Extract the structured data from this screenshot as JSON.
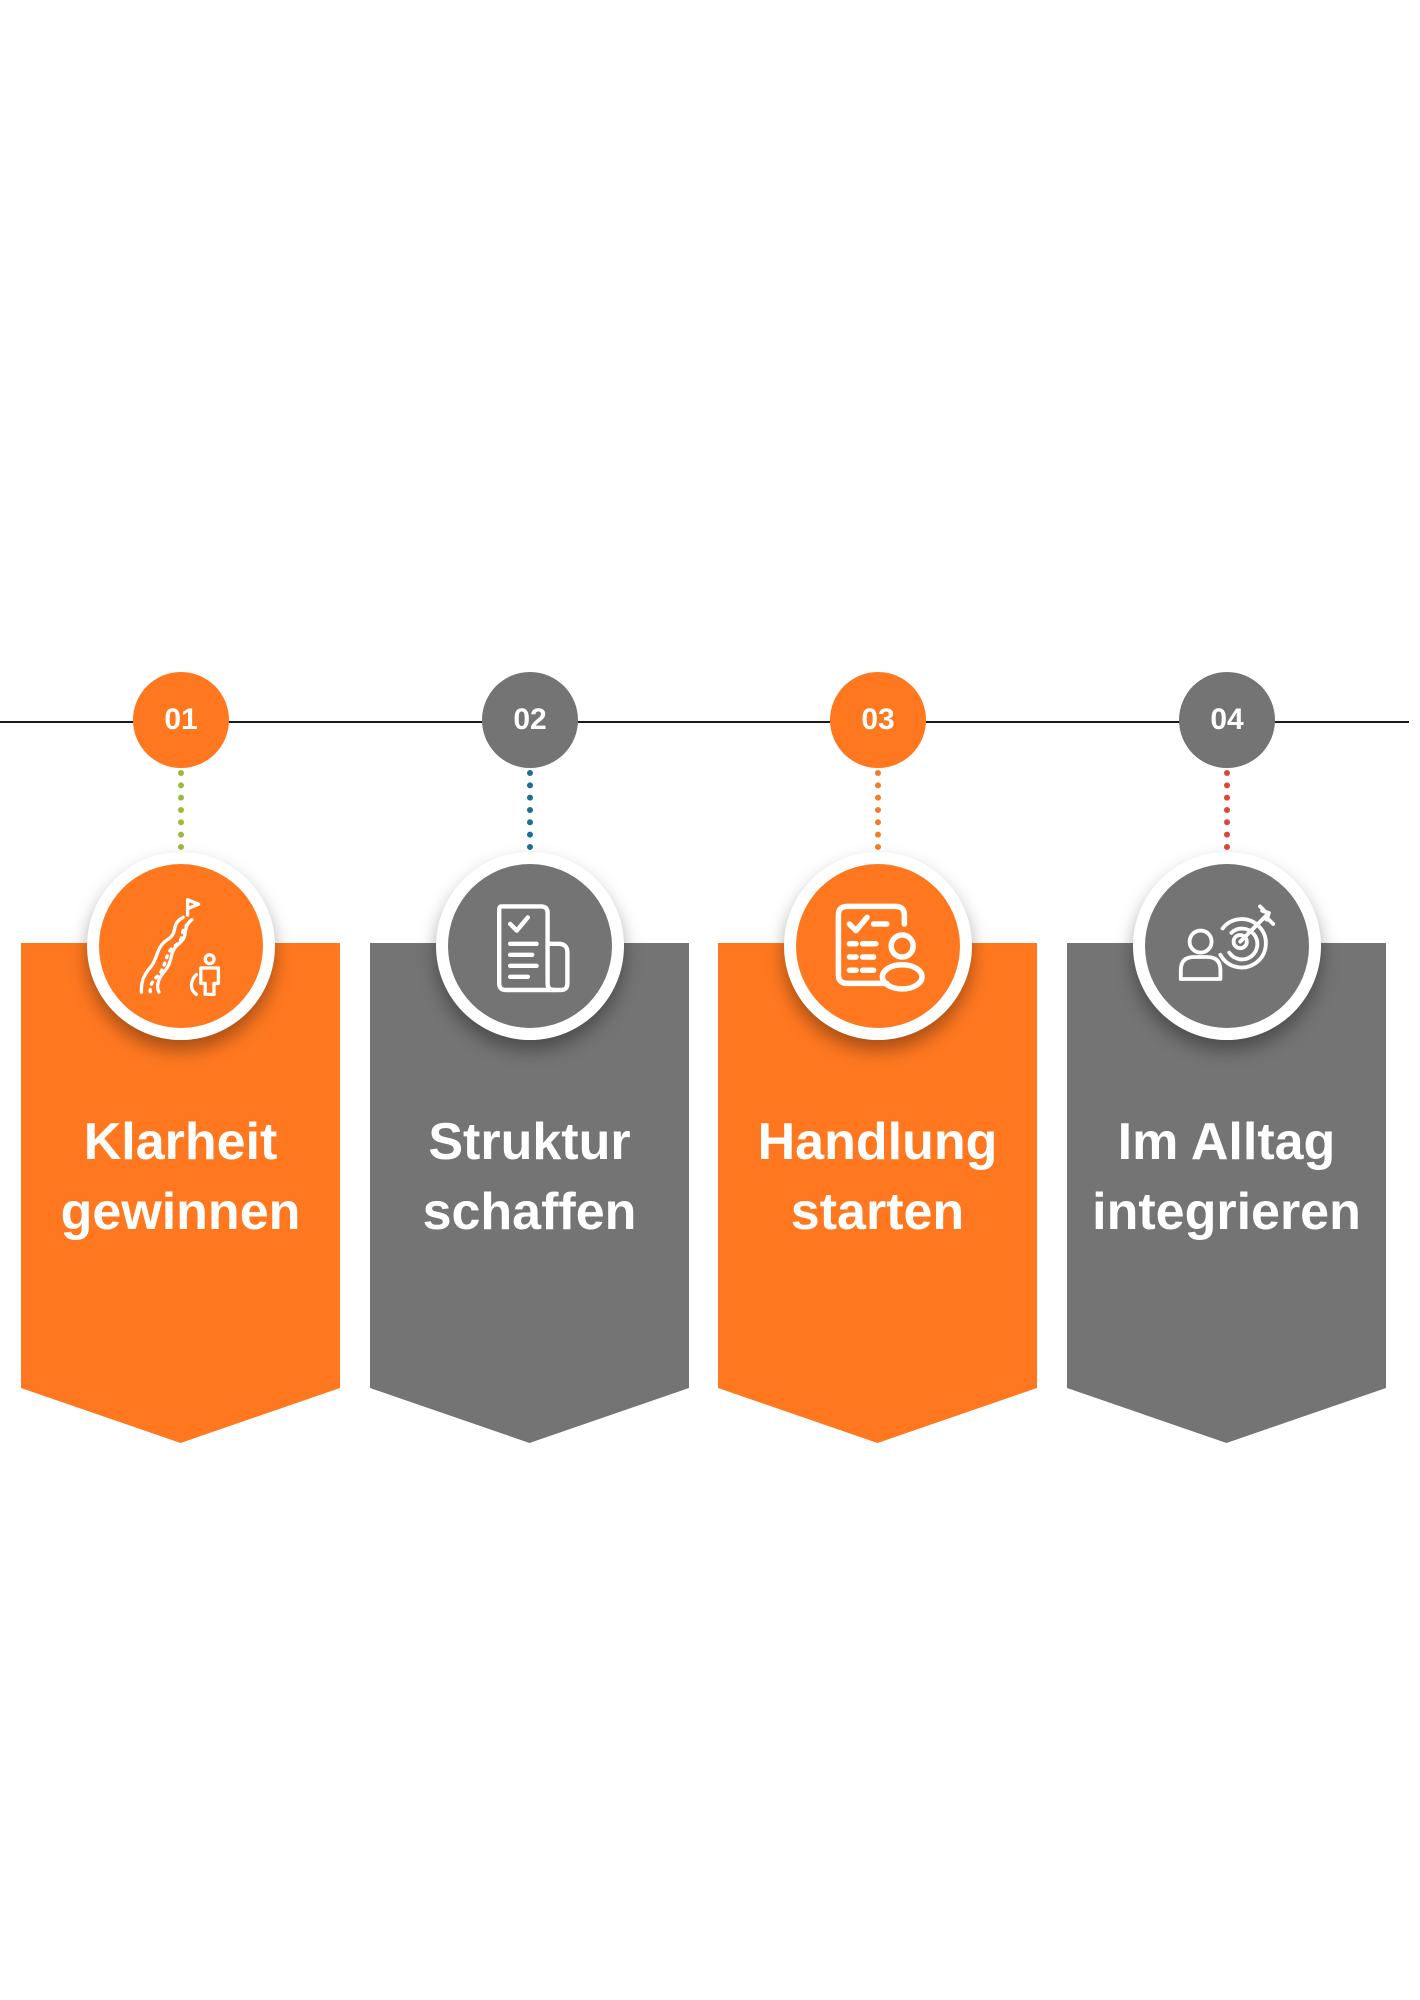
{
  "colors": {
    "orange": "#ff7820",
    "gray": "#747474",
    "line": "#1a1a1a",
    "connector_green": "#9bbb3c",
    "connector_teal": "#1e6f8f",
    "connector_orange": "#f07d2a",
    "connector_red": "#e0443a"
  },
  "steps": [
    {
      "number": "01",
      "line1": "Klarheit",
      "line2": "gewinnen",
      "icon": "winding-path-person-icon",
      "color": "orange",
      "connector": "connector_green"
    },
    {
      "number": "02",
      "line1": "Struktur",
      "line2": "schaffen",
      "icon": "checklist-document-icon",
      "color": "gray",
      "connector": "connector_teal"
    },
    {
      "number": "03",
      "line1": "Handlung",
      "line2": "starten",
      "icon": "task-list-person-icon",
      "color": "orange",
      "connector": "connector_orange"
    },
    {
      "number": "04",
      "line1": "Im Alltag",
      "line2": "integrieren",
      "icon": "person-target-icon",
      "color": "gray",
      "connector": "connector_red"
    }
  ]
}
